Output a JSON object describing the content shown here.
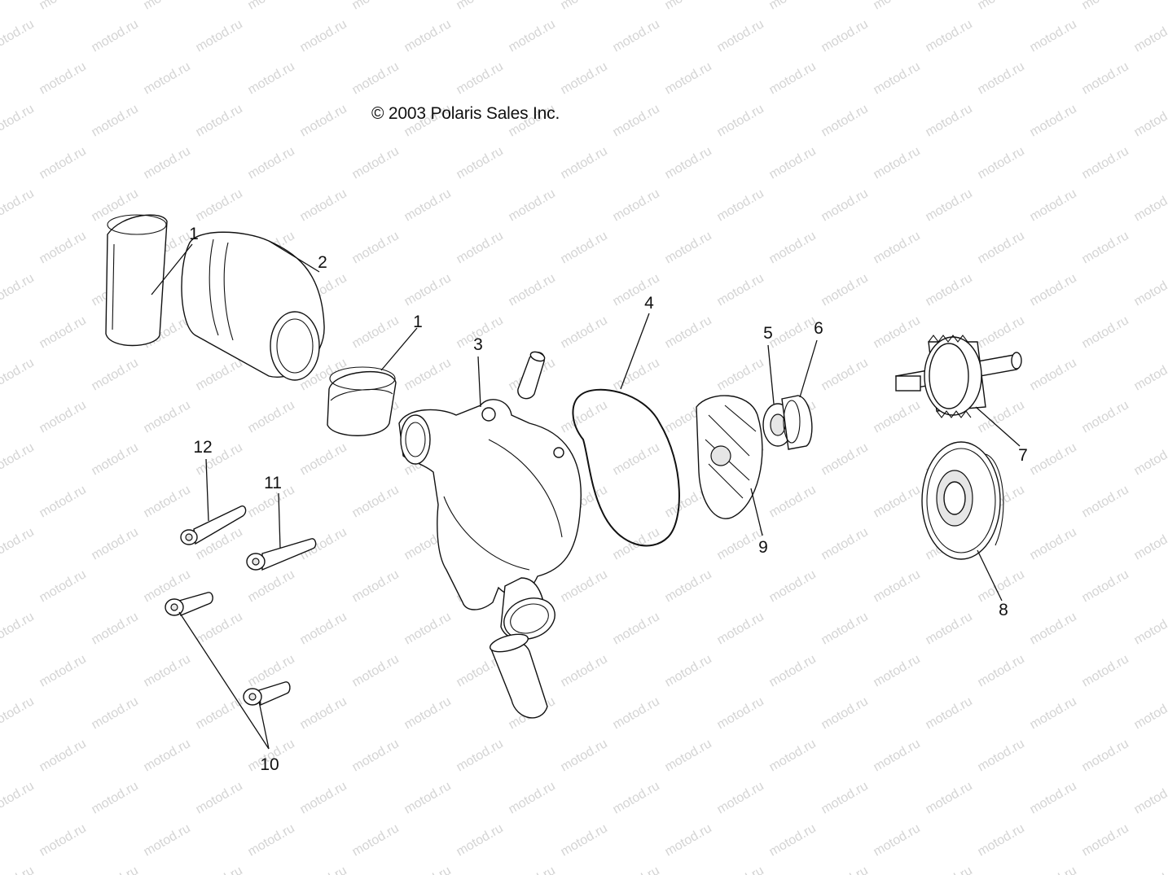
{
  "watermark": {
    "text": "motod.ru",
    "color": "#d4d4d4"
  },
  "copyright": "© 2003 Polaris Sales Inc.",
  "callouts": [
    {
      "id": "c1a",
      "label": "1"
    },
    {
      "id": "c2",
      "label": "2"
    },
    {
      "id": "c1b",
      "label": "1"
    },
    {
      "id": "c3",
      "label": "3"
    },
    {
      "id": "c4",
      "label": "4"
    },
    {
      "id": "c5",
      "label": "5"
    },
    {
      "id": "c6",
      "label": "6"
    },
    {
      "id": "c7",
      "label": "7"
    },
    {
      "id": "c8",
      "label": "8"
    },
    {
      "id": "c9",
      "label": "9"
    },
    {
      "id": "c10",
      "label": "10"
    },
    {
      "id": "c11",
      "label": "11"
    },
    {
      "id": "c12",
      "label": "12"
    }
  ]
}
